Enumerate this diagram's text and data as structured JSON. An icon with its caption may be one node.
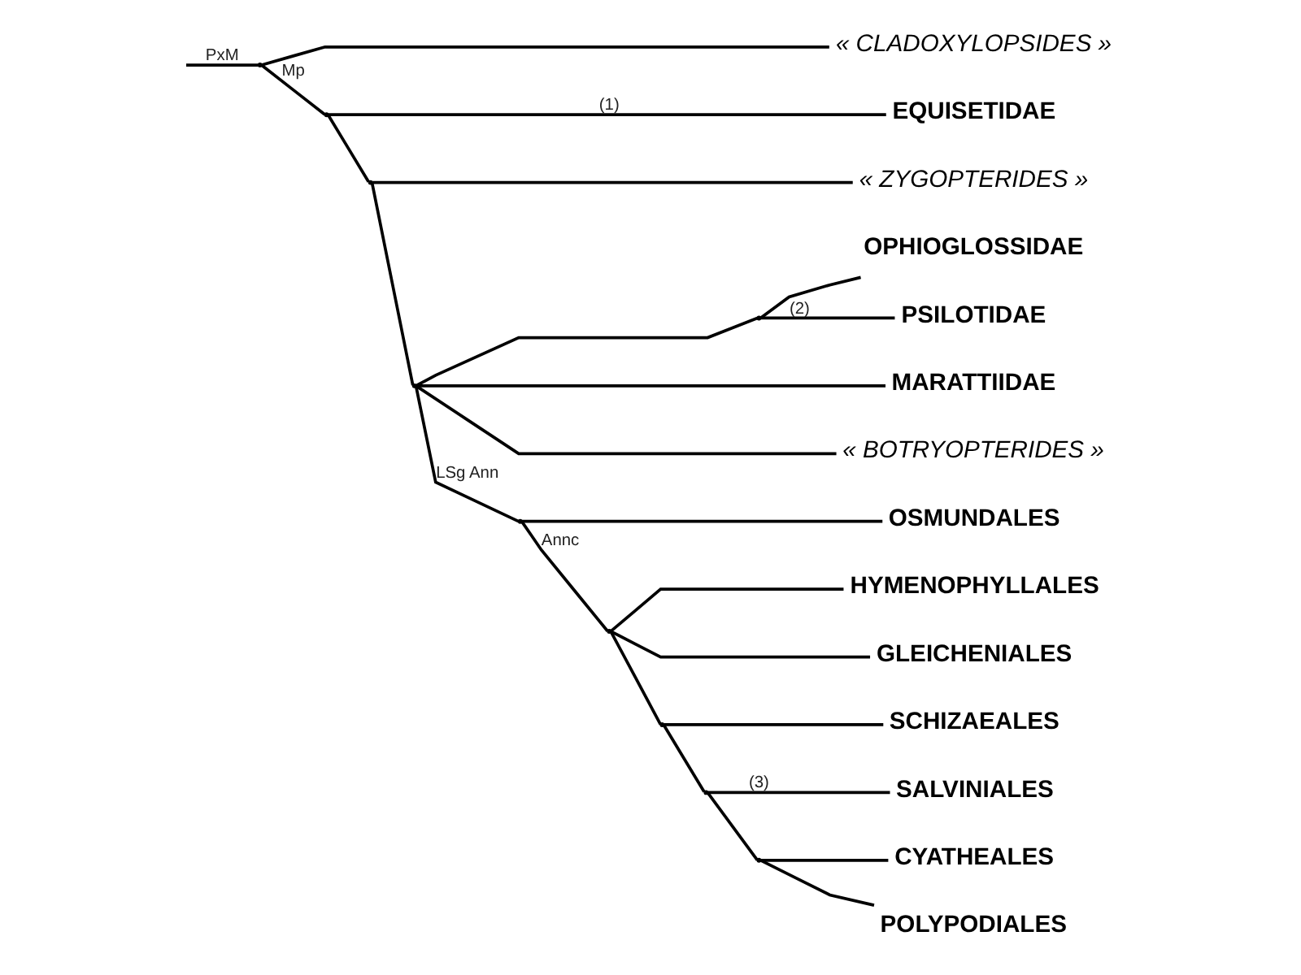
{
  "diagram": {
    "nodes": [
      {
        "text": [],
        "shape": "point"
      },
      {
        "text": [
          "« CLADOXYLOPSIDES »"
        ]
      },
      {
        "text": [],
        "shape": "point"
      },
      {
        "text": [
          "EQUISETIDAE"
        ]
      },
      {
        "text": [],
        "shape": "point"
      },
      {
        "text": [
          "« ZYGOPTERIDES »"
        ]
      },
      {
        "text": [],
        "shape": "point"
      },
      {
        "text": [],
        "shape": "point"
      },
      {
        "text": [
          "OPHIOGLOSSIDAE"
        ]
      },
      {
        "text": [
          "PSILOTIDAE"
        ]
      },
      {
        "text": [
          "MARATTIIDAE"
        ]
      },
      {
        "text": [
          "« BOTRYOPTERIDES »"
        ]
      },
      {
        "text": [],
        "shape": "point"
      },
      {
        "text": [
          "OSMUNDALES"
        ]
      },
      {
        "text": [],
        "shape": "point"
      },
      {
        "text": [
          "HYMENOPHYLLALES"
        ]
      },
      {
        "text": [
          "GLEICHENIALES"
        ]
      },
      {
        "text": [],
        "shape": "point"
      },
      {
        "text": [
          "SCHIZAEALES"
        ]
      },
      {
        "text": [],
        "shape": "point"
      },
      {
        "text": [
          "SALVINIALES"
        ]
      },
      {
        "text": [],
        "shape": "point"
      },
      {
        "text": [
          "CYATHEALES"
        ]
      },
      {
        "text": [
          "POLYPODIALES"
        ]
      }
    ],
    "edges": [
      {
        "from": null,
        "to": 0,
        "arrow": "none",
        "label": "PxM"
      },
      {
        "from": 0,
        "to": 1,
        "arrow": "none"
      },
      {
        "from": 0,
        "to": 2,
        "arrow": "none",
        "label": "Mp"
      },
      {
        "from": 2,
        "to": 3,
        "arrow": "none",
        "label": "(1)"
      },
      {
        "from": 2,
        "to": 4,
        "arrow": "none"
      },
      {
        "from": 4,
        "to": 5,
        "arrow": "none"
      },
      {
        "from": 4,
        "to": 6,
        "arrow": "none"
      },
      {
        "from": 6,
        "to": 7,
        "arrow": "none"
      },
      {
        "from": 7,
        "to": 8,
        "arrow": "none"
      },
      {
        "from": 7,
        "to": 9,
        "arrow": "none",
        "label": "(2)"
      },
      {
        "from": 6,
        "to": 10,
        "arrow": "none"
      },
      {
        "from": 6,
        "to": 11,
        "arrow": "none"
      },
      {
        "from": 6,
        "to": 12,
        "arrow": "none",
        "label": "LSg Ann"
      },
      {
        "from": 12,
        "to": 13,
        "arrow": "none"
      },
      {
        "from": 12,
        "to": 14,
        "arrow": "none",
        "label": "Annc"
      },
      {
        "from": 14,
        "to": 15,
        "arrow": "none"
      },
      {
        "from": 14,
        "to": 16,
        "arrow": "none"
      },
      {
        "from": 14,
        "to": 17,
        "arrow": "none"
      },
      {
        "from": 17,
        "to": 18,
        "arrow": "none"
      },
      {
        "from": 17,
        "to": 19,
        "arrow": "none"
      },
      {
        "from": 19,
        "to": 20,
        "arrow": "none",
        "label": "(3)"
      },
      {
        "from": 19,
        "to": 21,
        "arrow": "none"
      },
      {
        "from": 21,
        "to": 22,
        "arrow": "none"
      },
      {
        "from": 21,
        "to": 23,
        "arrow": "none"
      }
    ]
  }
}
